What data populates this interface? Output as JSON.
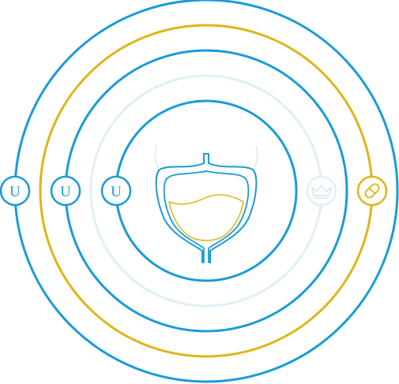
{
  "colors": {
    "blue": "#1a9bd7",
    "gold": "#e0b517",
    "pale": "#dff0f6",
    "background": "#ffffff"
  },
  "rings": [
    {
      "name": "outer-ring",
      "color_key": "blue"
    },
    {
      "name": "gold-ring",
      "color_key": "gold"
    },
    {
      "name": "middle-ring",
      "color_key": "blue"
    },
    {
      "name": "pale-ring",
      "color_key": "pale"
    },
    {
      "name": "inner-ring",
      "color_key": "blue"
    }
  ],
  "badges": {
    "left_outer": {
      "letter": "U",
      "icon": "u-letter-icon"
    },
    "left_middle": {
      "letter": "U",
      "icon": "u-letter-icon"
    },
    "left_inner": {
      "letter": "U",
      "icon": "u-letter-icon"
    },
    "right_pale": {
      "icon": "crown-icon"
    },
    "right_gold": {
      "icon": "pill-icon"
    }
  },
  "center": {
    "icon": "bladder-icon"
  }
}
